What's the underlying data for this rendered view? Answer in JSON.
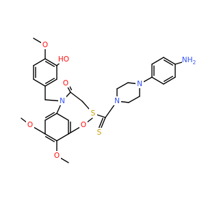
{
  "colors": {
    "bond": "#000000",
    "oxygen": "#ff0d0d",
    "nitrogen": "#3050f8",
    "sulfur": "#c8a000",
    "carbon": "#000000",
    "background": "#ffffff"
  },
  "atom_labels": {
    "methoxy_top": "O",
    "hydroxyl": "HO",
    "amide_oxygen": "O",
    "amide_nitrogen": "N",
    "thioether_sulfur": "S",
    "thione_sulfur": "S",
    "piperazine_n1": "N",
    "piperazine_n4": "N",
    "amine": "NH2",
    "amine_main": "NH",
    "amine_subscript": "2",
    "methoxy_left": "O",
    "methoxy_right": "O",
    "methoxy_bottom": "O"
  }
}
